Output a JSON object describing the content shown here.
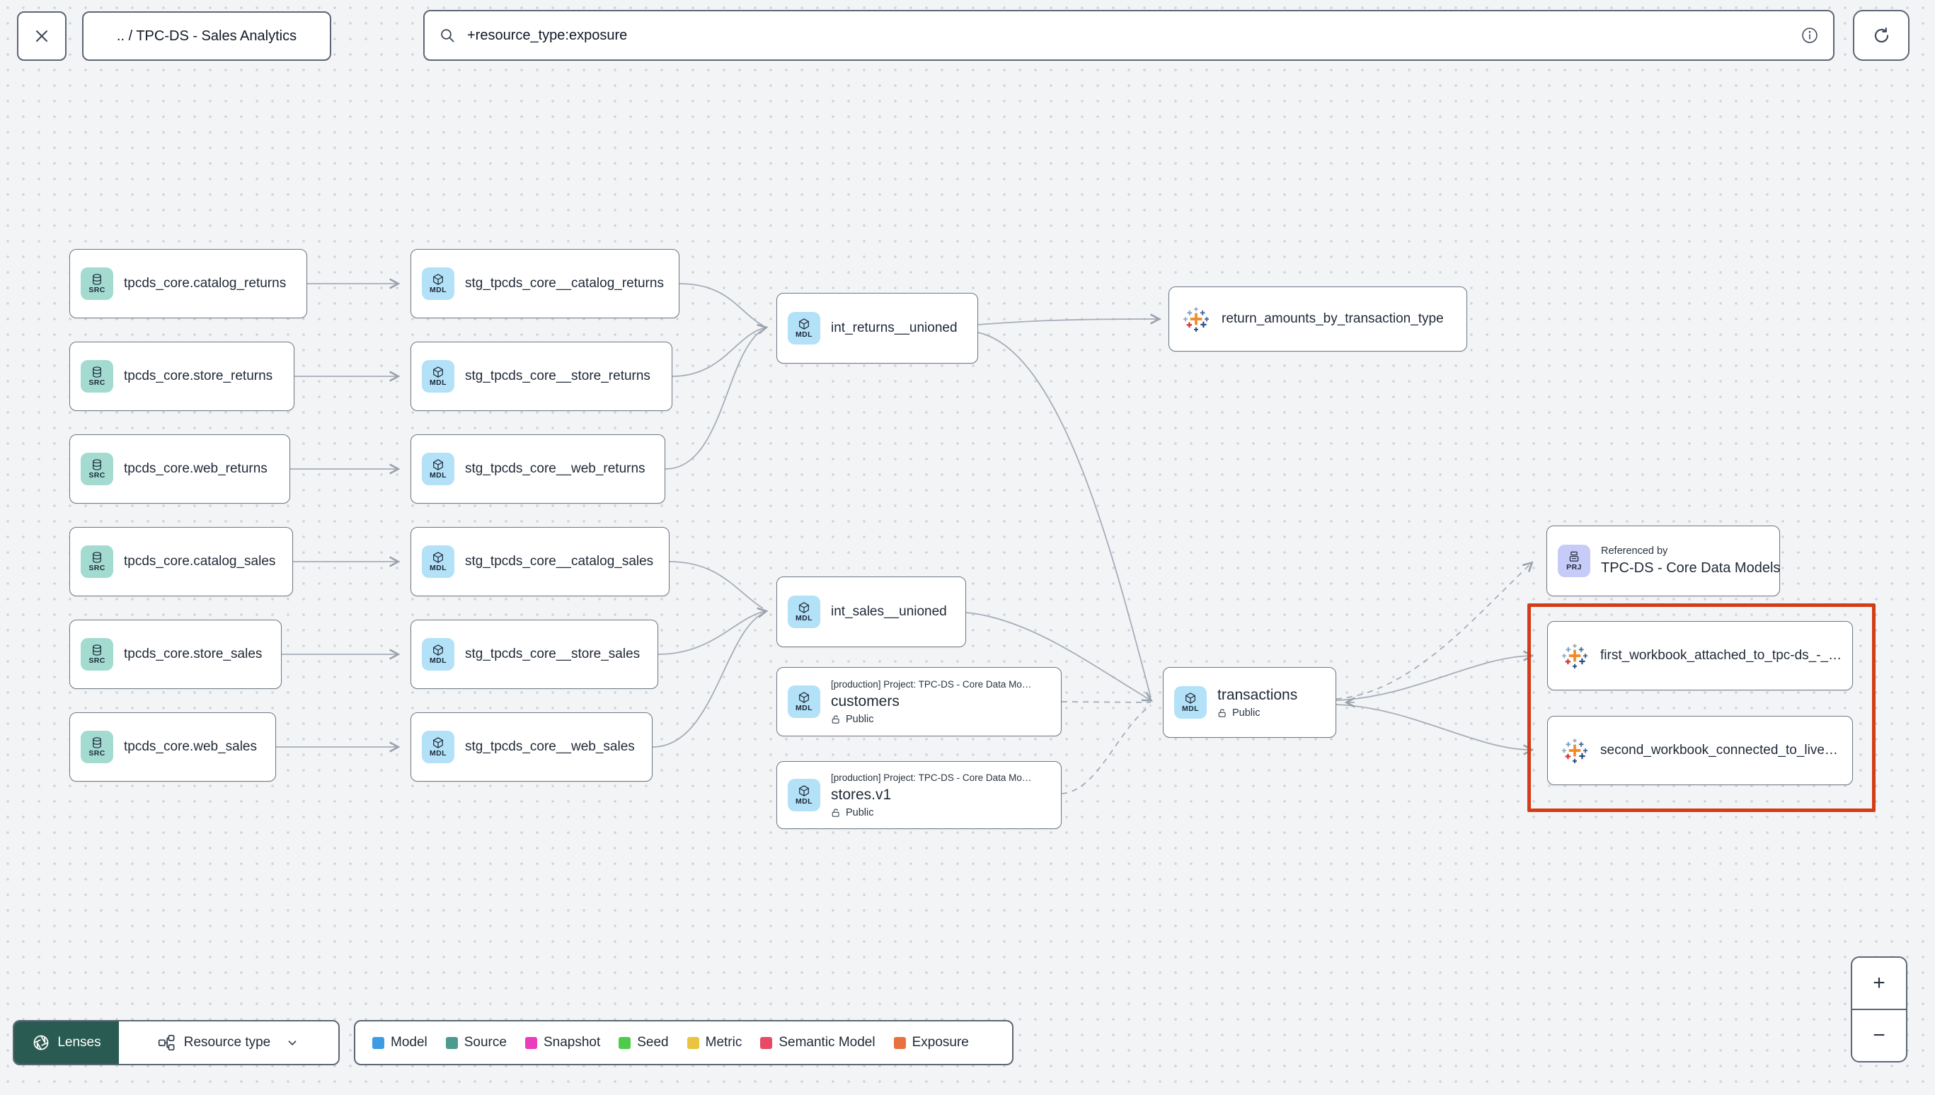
{
  "header": {
    "breadcrumb": ".. / TPC-DS - Sales Analytics",
    "search": {
      "value": "+resource_type:exposure"
    }
  },
  "badges": {
    "src": "SRC",
    "mdl": "MDL",
    "prj": "PRJ"
  },
  "graph": {
    "nodes": {
      "src_catalog_returns": {
        "title": "tpcds_core.catalog_returns"
      },
      "src_store_returns": {
        "title": "tpcds_core.store_returns"
      },
      "src_web_returns": {
        "title": "tpcds_core.web_returns"
      },
      "src_catalog_sales": {
        "title": "tpcds_core.catalog_sales"
      },
      "src_store_sales": {
        "title": "tpcds_core.store_sales"
      },
      "src_web_sales": {
        "title": "tpcds_core.web_sales"
      },
      "stg_catalog_returns": {
        "title": "stg_tpcds_core__catalog_returns"
      },
      "stg_store_returns": {
        "title": "stg_tpcds_core__store_returns"
      },
      "stg_web_returns": {
        "title": "stg_tpcds_core__web_returns"
      },
      "stg_catalog_sales": {
        "title": "stg_tpcds_core__catalog_sales"
      },
      "stg_store_sales": {
        "title": "stg_tpcds_core__store_sales"
      },
      "stg_web_sales": {
        "title": "stg_tpcds_core__web_sales"
      },
      "int_returns": {
        "title": "int_returns__unioned"
      },
      "int_sales": {
        "title": "int_sales__unioned"
      },
      "customers": {
        "context": "[production] Project: TPC-DS - Core Data Mo…",
        "title": "customers",
        "access": "Public"
      },
      "stores": {
        "context": "[production] Project: TPC-DS - Core Data Mo…",
        "title": "stores.v1",
        "access": "Public"
      },
      "exposure_returns": {
        "title": "return_amounts_by_transaction_type"
      },
      "transactions": {
        "title": "transactions",
        "access": "Public"
      },
      "referenced_by": {
        "label": "Referenced by",
        "title": "TPC-DS - Core Data Models"
      },
      "workbook_first": {
        "title": "first_workbook_attached_to_tpc-ds_-_…"
      },
      "workbook_second": {
        "title": "second_workbook_connected_to_live…"
      }
    },
    "highlight_color": "#d23c16",
    "edge_color": "#a6adb8"
  },
  "footer": {
    "lenses_label": "Lenses",
    "resource_type_label": "Resource type",
    "legend": [
      {
        "label": "Model",
        "color": "#3d9ce4"
      },
      {
        "label": "Source",
        "color": "#4d9a8e"
      },
      {
        "label": "Snapshot",
        "color": "#ea3cbd"
      },
      {
        "label": "Seed",
        "color": "#4ecb4b"
      },
      {
        "label": "Metric",
        "color": "#eac43f"
      },
      {
        "label": "Semantic Model",
        "color": "#e84a66"
      },
      {
        "label": "Exposure",
        "color": "#e8713f"
      }
    ]
  },
  "zoom_controls": {
    "zoom_in": "+",
    "zoom_out": "−"
  }
}
